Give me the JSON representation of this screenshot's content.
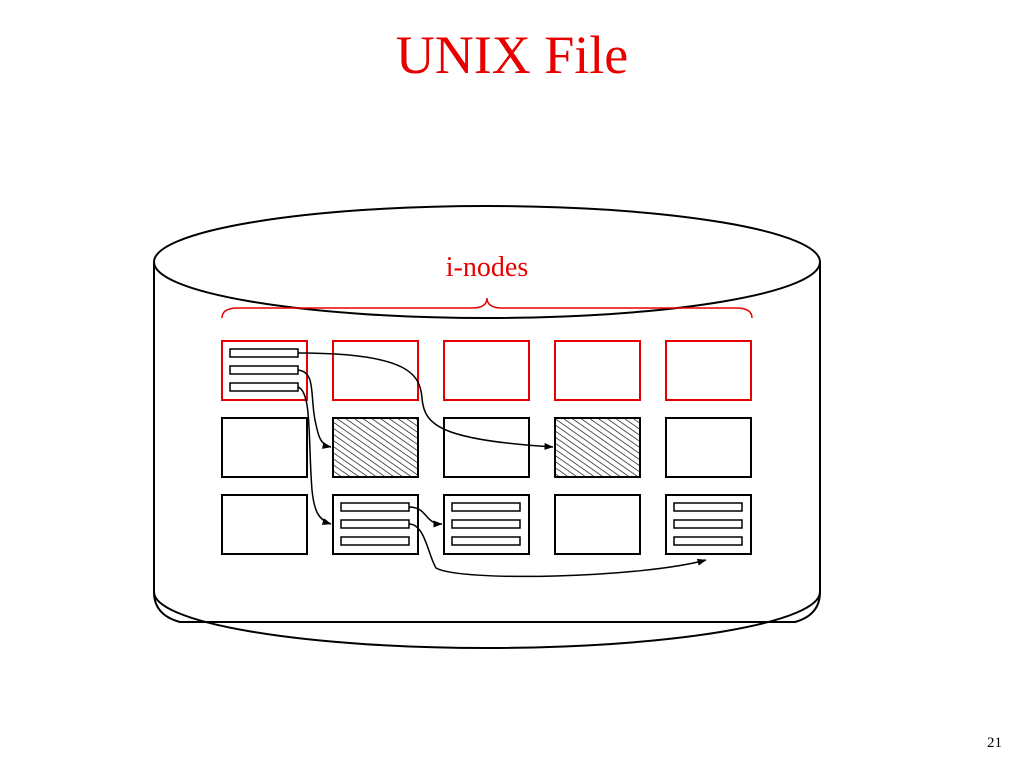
{
  "slide": {
    "title": "UNIX File",
    "page_number": "21"
  },
  "diagram": {
    "inodes_label": "i-nodes"
  },
  "colors": {
    "accent": "#e80000",
    "ink": "#000000",
    "background": "#ffffff"
  }
}
